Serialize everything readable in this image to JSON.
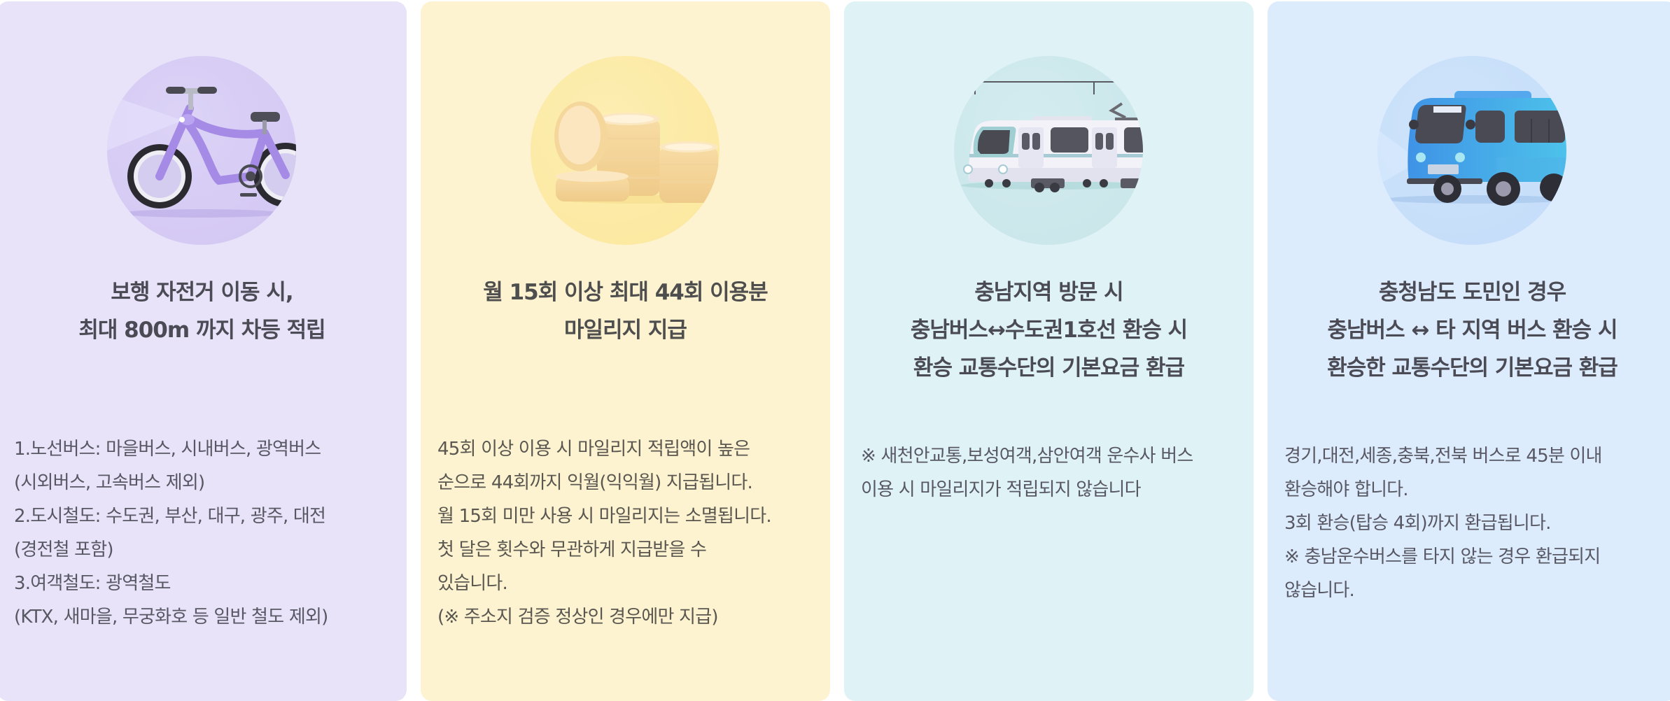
{
  "colors": {
    "card1_bg": "#e8e3f9",
    "card2_bg": "#fdf3d0",
    "card3_bg": "#dff2f6",
    "card4_bg": "#ddecfd",
    "title_text": "#4b4b56",
    "body_text": "#585864"
  },
  "cards": [
    {
      "icon": "bicycle-icon",
      "title_lines": [
        "보행 자전거 이동 시,",
        "최대 800m 까지 차등 적립"
      ],
      "body_lines": [
        "1.노선버스: 마을버스, 시내버스, 광역버스",
        "(시외버스, 고속버스 제외)",
        "2.도시철도: 수도권, 부산, 대구, 광주, 대전",
        "(경전철 포함)",
        "3.여객철도: 광역철도",
        "(KTX, 새마을, 무궁화호 등 일반 철도 제외)"
      ]
    },
    {
      "icon": "coins-icon",
      "title_lines": [
        "월 15회 이상 최대 44회 이용분",
        "마일리지 지급"
      ],
      "body_lines": [
        "45회 이상 이용 시 마일리지 적립액이 높은",
        "순으로 44회까지 익월(익익월) 지급됩니다.",
        "월 15회 미만 사용 시 마일리지는 소멸됩니다.",
        "첫 달은 횟수와 무관하게 지급받을 수",
        "있습니다.",
        "(※ 주소지 검증 정상인 경우에만 지급)"
      ]
    },
    {
      "icon": "train-icon",
      "title_lines": [
        "충남지역 방문 시",
        "충남버스↔수도권1호선 환승 시",
        "환승 교통수단의 기본요금 환급"
      ],
      "body_lines": [
        "※ 새천안교통,보성여객,삼안여객 운수사 버스",
        "이용 시 마일리지가 적립되지 않습니다"
      ]
    },
    {
      "icon": "bus-icon",
      "title_lines": [
        "충청남도 도민인 경우",
        "충남버스 ↔ 타 지역 버스 환승 시",
        "환승한 교통수단의 기본요금 환급"
      ],
      "body_lines": [
        "경기,대전,세종,충북,전북 버스로 45분 이내",
        "환승해야 합니다.",
        "3회 환승(탑승 4회)까지 환급됩니다.",
        "※ 충남운수버스를 타지 않는 경우 환급되지",
        "않습니다."
      ]
    }
  ]
}
